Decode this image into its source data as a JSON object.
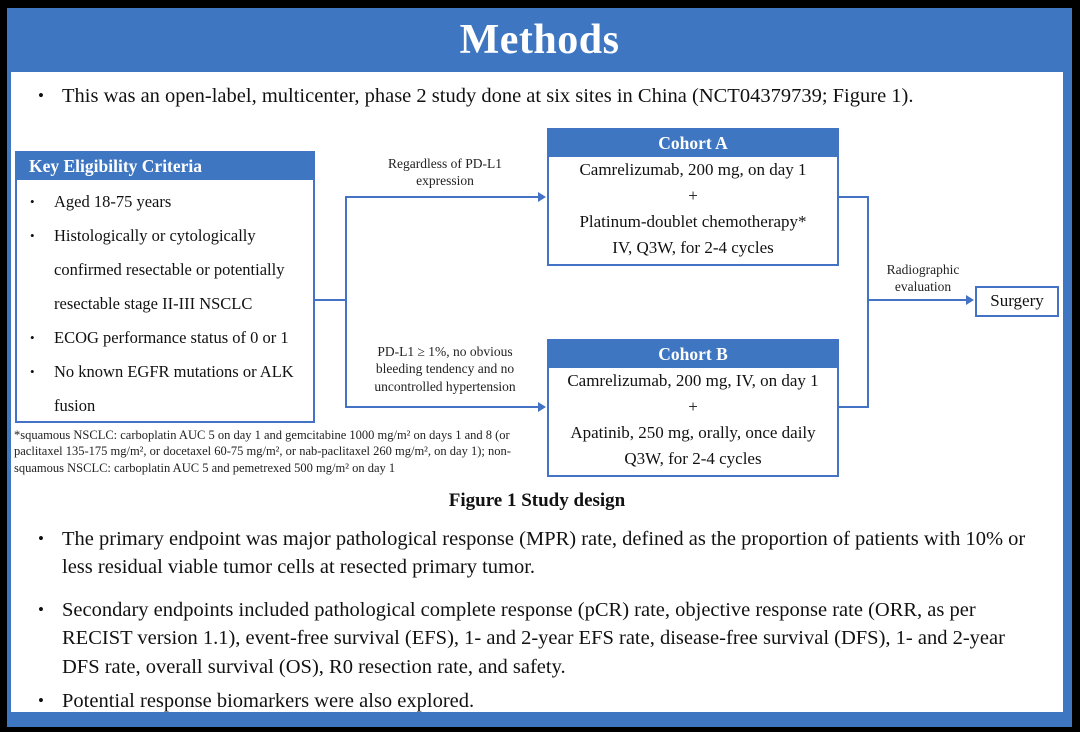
{
  "title": "Methods",
  "colors": {
    "bar_blue": "#3e76c1",
    "line_blue": "#4472c4",
    "background": "#ffffff",
    "frame_black": "#000000"
  },
  "intro_bullet": "This was an open-label, multicenter, phase 2 study done at six sites in China (NCT04379739; Figure 1).",
  "figure": {
    "eligibility": {
      "header": "Key  Eligibility Criteria",
      "items": [
        "Aged 18-75 years",
        "Histologically or cytologically confirmed resectable or potentially resectable stage II-III  NSCLC",
        "ECOG performance status of 0 or 1",
        "No known EGFR mutations or ALK fusion"
      ]
    },
    "arrow_a_label": "Regardless of PD-L1 expression",
    "arrow_b_label": "PD-L1 ≥ 1%, no obvious bleeding tendency and no uncontrolled hypertension",
    "cohort_a": {
      "header": "Cohort A",
      "lines": [
        "Camrelizumab, 200 mg, on day 1",
        "+",
        "Platinum-doublet chemotherapy*",
        "IV, Q3W, for 2-4 cycles"
      ]
    },
    "cohort_b": {
      "header": "Cohort B",
      "lines": [
        "Camrelizumab, 200 mg, IV, on day 1",
        "+",
        "Apatinib, 250 mg, orally, once daily",
        "Q3W, for 2-4 cycles"
      ]
    },
    "radiographic_label": "Radiographic evaluation",
    "surgery_label": "Surgery",
    "footnote": "*squamous NSCLC: carboplatin AUC 5 on day 1 and gemcitabine 1000 mg/m² on days 1 and 8 (or paclitaxel 135-175 mg/m², or docetaxel 60-75 mg/m², or nab-paclitaxel 260 mg/m², on day 1); non-squamous NSCLC: carboplatin AUC 5 and pemetrexed 500 mg/m² on day 1",
    "caption": "Figure 1 Study design"
  },
  "bullets": [
    "The primary endpoint was major pathological response (MPR) rate, defined as the proportion of patients with 10% or less residual viable tumor cells at resected primary tumor.",
    "Secondary endpoints included pathological complete response (pCR) rate, objective response rate (ORR, as per RECIST version 1.1), event-free survival (EFS), 1- and 2-year EFS rate, disease-free survival (DFS), 1- and 2-year DFS rate, overall survival (OS), R0 resection rate, and safety.",
    "Potential response biomarkers were also explored."
  ],
  "bullet_glyph": "•"
}
